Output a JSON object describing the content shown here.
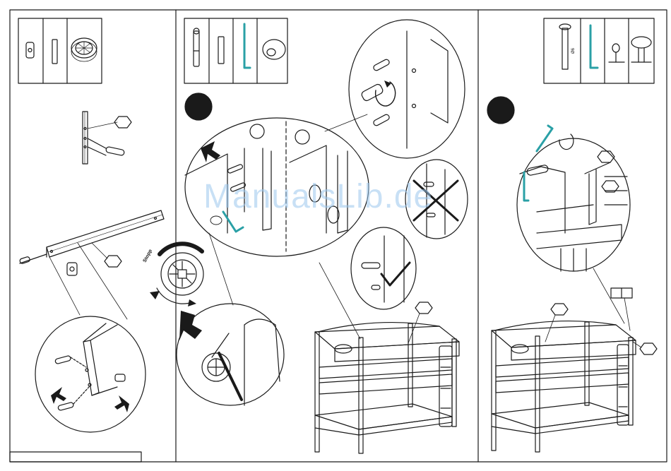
{
  "watermark": "ManualsLib.de",
  "panels": [
    {
      "id": "left"
    },
    {
      "id": "center",
      "step_badge": ""
    },
    {
      "id": "right",
      "step_badge": ""
    }
  ],
  "center": {
    "rotate_label": "Stopp"
  },
  "right": {
    "pin_dimension_label": "Ø6"
  },
  "colors": {
    "line": "#1a1a1a",
    "tool_teal": "#2aa0a6",
    "badge": "#1a1a1a",
    "watermark": "#9cc7ee"
  }
}
